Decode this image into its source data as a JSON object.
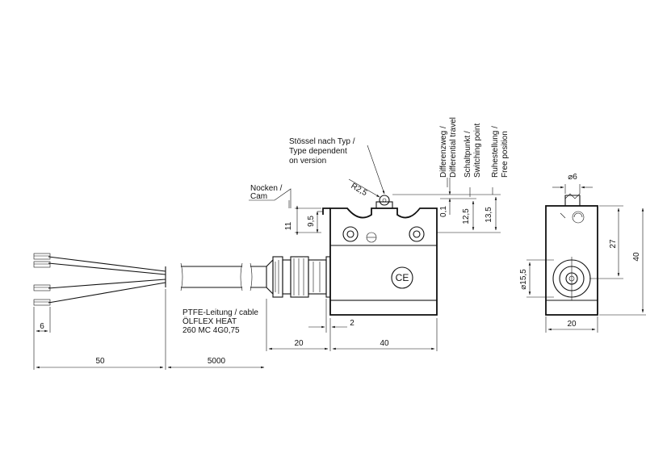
{
  "annotations": {
    "actuator_note": [
      "Stössel nach Typ /",
      "Type dependent",
      "on version"
    ],
    "cam_note": [
      "Nocken /",
      "Cam"
    ],
    "cable_note": [
      "PTFE-Leitung / cable",
      "ÖLFLEX HEAT",
      "260 MC 4G0,75"
    ],
    "differential_travel": [
      "Differenzweg /",
      "Differential travel"
    ],
    "switching_point": [
      "Schaltpunkt /",
      "Switching point"
    ],
    "free_position": [
      "Ruhestellung /",
      "Free position"
    ],
    "ce_mark": "CE"
  },
  "dimensions": {
    "radius": "R2,5",
    "height_11": "11",
    "height_9_5": "9,5",
    "travel_0_1": "0,1",
    "height_12_5": "12,5",
    "height_13_5": "13,5",
    "width_2": "2",
    "width_20_gland": "20",
    "width_40_body": "40",
    "length_6": "6",
    "length_50": "50",
    "length_5000": "5000",
    "diameter_6": "⌀6",
    "diameter_15_5": "⌀15,5",
    "height_27": "27",
    "height_40": "40",
    "width_20_side": "20"
  }
}
